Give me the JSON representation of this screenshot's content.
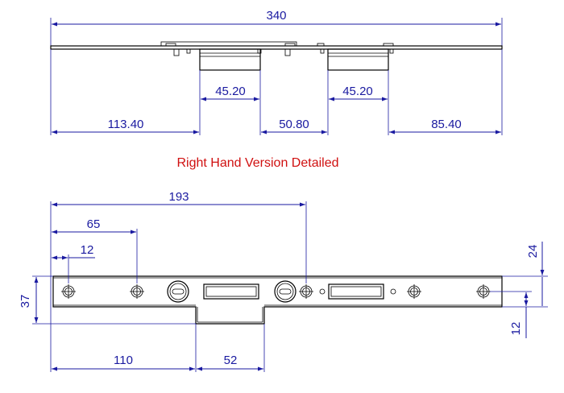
{
  "title": "Right Hand Version Detailed",
  "side_view": {
    "overall": "340",
    "dims": [
      "113.40",
      "45.20",
      "50.80",
      "45.20",
      "85.40"
    ]
  },
  "top_view": {
    "dims": [
      "193",
      "65",
      "12",
      "37",
      "110",
      "52",
      "24",
      "12"
    ]
  },
  "colors": {
    "dimension": "#1a1aa0",
    "title": "#d01010",
    "part": "#000000"
  }
}
